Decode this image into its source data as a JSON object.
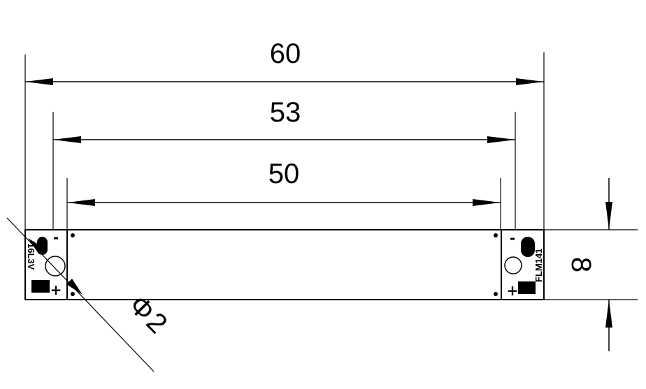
{
  "dimensions": {
    "overall_length": "60",
    "pad_pitch": "53",
    "inner_length": "50",
    "height": "8",
    "hole_diameter": "2"
  },
  "labels": {
    "diameter_symbol": "Φ",
    "left_pad_text": "16L3V",
    "right_pad_text": "FLM141",
    "plus_sign": "+",
    "minus_sign": "-"
  }
}
